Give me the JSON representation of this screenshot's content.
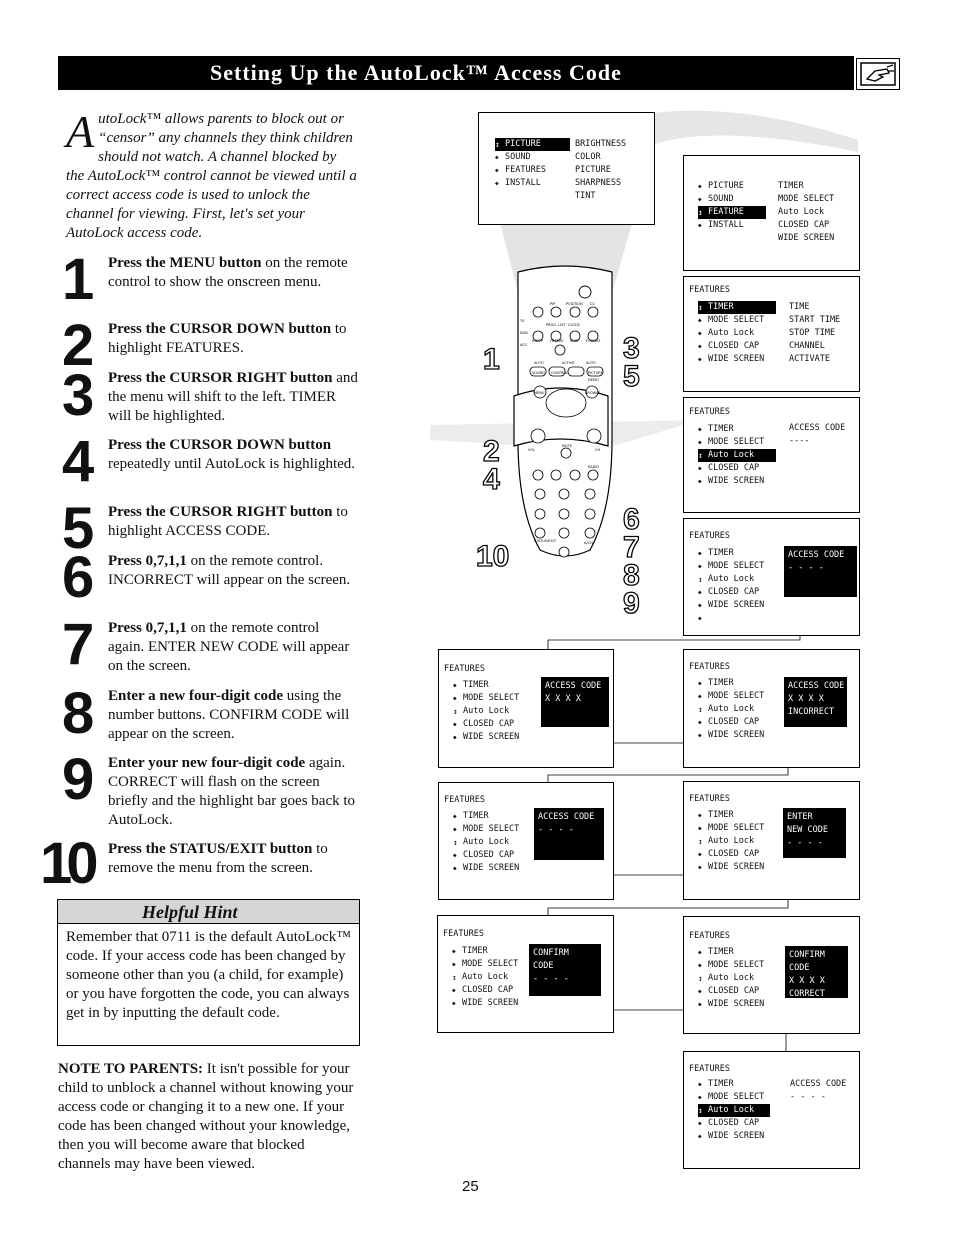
{
  "title": "Setting Up the AutoLock™ Access Code",
  "intro": {
    "dropcap": "A",
    "text": "utoLock™ allows parents to block out or “censor” any channels they think children should not watch. A channel blocked by the AutoLock™ control cannot be viewed until a correct access code is used to unlock the channel for viewing. First, let's set your AutoLock access code."
  },
  "steps": [
    {
      "num": "1",
      "bold": "Press the MENU button",
      "rest": " on the remote control to show the onscreen menu."
    },
    {
      "num": "2",
      "bold": "Press the CURSOR DOWN button",
      "rest": " to highlight FEATURES."
    },
    {
      "num": "3",
      "bold": "Press the CURSOR RIGHT button",
      "rest": " and the menu will shift to the left. TIMER will be highlighted."
    },
    {
      "num": "4",
      "bold": "Press the CURSOR DOWN button",
      "rest": " repeatedly until AutoLock is highlighted."
    },
    {
      "num": "5",
      "bold": "Press the CURSOR RIGHT button",
      "rest": " to highlight ACCESS CODE."
    },
    {
      "num": "6",
      "bold": "Press 0,7,1,1",
      "rest": " on the remote control. INCORRECT will appear on the screen."
    },
    {
      "num": "7",
      "bold": "Press 0,7,1,1",
      "rest": " on the remote control again. ENTER NEW CODE will appear on the screen."
    },
    {
      "num": "8",
      "bold": "Enter a new four-digit code",
      "rest": " using the number buttons.  CONFIRM CODE will appear on the screen."
    },
    {
      "num": "9",
      "bold": "Enter your new four-digit code",
      "rest": " again. CORRECT will flash on the screen briefly and the highlight bar goes back to AutoLock."
    },
    {
      "num": "10",
      "bold": "Press the STATUS/EXIT button",
      "rest": " to remove the menu from the screen."
    }
  ],
  "hint": {
    "heading": "Helpful Hint",
    "body": "Remember that 0711 is the default AutoLock™ code.  If your access code has been changed by someone other than you (a child, for example) or you have forgotten the code, you can always get in by inputting the default code."
  },
  "note": {
    "label": "NOTE TO PARENTS:",
    "text": "  It isn't possible for your child to unblock a channel without knowing your access code or changing it to a new one.  If your code has been changed without your knowledge,  then you will become aware that blocked channels may have been viewed."
  },
  "page_number": "25",
  "callouts": {
    "c1": "1",
    "c35": "3\n5",
    "c24": "2\n4",
    "c6789": "6\n7\n8\n9",
    "c10": "10"
  },
  "remote_labels": {
    "tv": "TV",
    "dvd": "DVD",
    "acc": "ACC",
    "pip": "PIP",
    "position": "POSITION",
    "cc": "CC",
    "prog_list": "PROG. LIST",
    "clock": "CLOCK",
    "sleep": "SLEEP",
    "freeze": "FREEZE",
    "surf": "SURF",
    "format": "FORMAT",
    "sound": "SOUND",
    "control": "CONTROL",
    "picture": "PICTURE",
    "demo": "DEMO",
    "menu": "MENU",
    "browse": "BROWSE",
    "vol": "VOL",
    "ch": "CH",
    "mute": "MUTE",
    "radio": "RADIO",
    "status_exit": "STATUS/EXIT",
    "a_ch": "A/CH",
    "auto1": "AUTO",
    "active": "ACTIVE",
    "auto2": "AUTO"
  },
  "screens": {
    "s1": {
      "items": [
        "PICTURE",
        "SOUND",
        "FEATURES",
        "INSTALL"
      ],
      "options": [
        "BRIGHTNESS",
        "COLOR",
        "PICTURE",
        "SHARPNESS",
        "TINT"
      ]
    },
    "s2": {
      "items": [
        "PICTURE",
        "SOUND",
        "FEATURE",
        "INSTALL"
      ],
      "options": [
        "TIMER",
        "MODE SELECT",
        "Auto Lock",
        "CLOSED CAP",
        "WIDE SCREEN"
      ]
    },
    "s3": {
      "header": "FEATURES",
      "items": [
        "TIMER",
        "MODE SELECT",
        "Auto Lock",
        "CLOSED CAP",
        "WIDE SCREEN"
      ],
      "options": [
        "TIME",
        "START TIME",
        "STOP TIME",
        "CHANNEL",
        "ACTIVATE"
      ]
    },
    "s4": {
      "header": "FEATURES",
      "items": [
        "TIMER",
        "MODE SELECT",
        "Auto Lock",
        "CLOSED CAP",
        "WIDE SCREEN"
      ],
      "options": [
        "ACCESS CODE",
        "----"
      ]
    },
    "s5": {
      "header": "FEATURES",
      "items": [
        "TIMER",
        "MODE SELECT",
        "Auto Lock",
        "CLOSED CAP",
        "WIDE SCREEN",
        ""
      ],
      "box": [
        "ACCESS CODE",
        "- - - -"
      ]
    },
    "s6": {
      "header": "FEATURES",
      "items": [
        "TIMER",
        "MODE SELECT",
        "Auto Lock",
        "CLOSED CAP",
        "WIDE SCREEN"
      ],
      "box": [
        "ACCESS CODE",
        "X X X X",
        "INCORRECT"
      ]
    },
    "s7": {
      "header": "FEATURES",
      "items": [
        "TIMER",
        "MODE SELECT",
        "Auto Lock",
        "CLOSED CAP",
        "WIDE SCREEN"
      ],
      "box": [
        "ACCESS CODE",
        "X X X X"
      ]
    },
    "s8": {
      "header": "FEATURES",
      "items": [
        "TIMER",
        "MODE SELECT",
        "Auto Lock",
        "CLOSED CAP",
        "WIDE SCREEN"
      ],
      "box": [
        "ENTER",
        "NEW CODE",
        "- - - -"
      ]
    },
    "s9": {
      "header": "FEATURES",
      "items": [
        "TIMER",
        "MODE SELECT",
        "Auto Lock",
        "CLOSED CAP",
        "WIDE SCREEN"
      ],
      "box": [
        "ACCESS CODE",
        "- - - -"
      ]
    },
    "s10": {
      "header": "FEATURES",
      "items": [
        "TIMER",
        "MODE SELECT",
        "Auto Lock",
        "CLOSED CAP",
        "WIDE SCREEN"
      ],
      "box": [
        "CONFIRM",
        "CODE",
        "X X X X",
        "CORRECT"
      ]
    },
    "s11": {
      "header": "FEATURES",
      "items": [
        "TIMER",
        "MODE SELECT",
        "Auto Lock",
        "CLOSED CAP",
        "WIDE SCREEN"
      ],
      "box": [
        "CONFIRM",
        "CODE",
        "- - - -"
      ]
    },
    "s12": {
      "header": "FEATURES",
      "items": [
        "TIMER",
        "MODE SELECT",
        "Auto Lock",
        "CLOSED CAP",
        "WIDE SCREEN"
      ],
      "options": [
        "ACCESS CODE",
        "- - - -"
      ]
    }
  }
}
